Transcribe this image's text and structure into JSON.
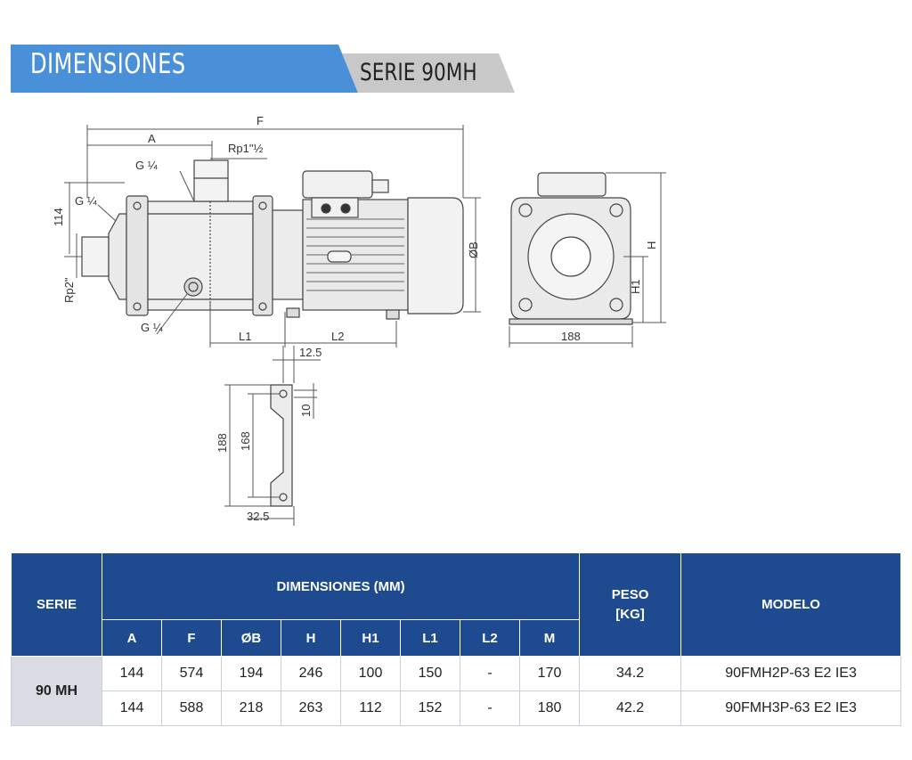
{
  "header": {
    "title": "DIMENSIONES",
    "subtitle": "SERIE 90MH",
    "colors": {
      "title_band": "#4a90d9",
      "subtitle_band": "#c8c8c8",
      "table_header": "#1e4b8f"
    }
  },
  "drawing": {
    "labels": {
      "F": "F",
      "A": "A",
      "rp_top": "Rp1\"½",
      "g_quarter": "G ¼",
      "dim_114": "114",
      "rp2": "Rp2\"",
      "ob": "ØB",
      "l1": "L1",
      "l2": "L2",
      "h": "H",
      "h1": "H1",
      "w188": "188",
      "d125": "12.5",
      "d10": "10",
      "d188": "188",
      "d168": "168",
      "d325": "32.5"
    }
  },
  "table": {
    "serie_header": "SERIE",
    "dims_header": "DIMENSIONES (MM)",
    "peso_header": "PESO\n[KG]",
    "modelo_header": "MODELO",
    "columns": [
      "A",
      "F",
      "ØB",
      "H",
      "H1",
      "L1",
      "L2",
      "M"
    ],
    "serie_name": "90 MH",
    "rows": [
      {
        "values": [
          "144",
          "574",
          "194",
          "246",
          "100",
          "150",
          "-",
          "170"
        ],
        "peso": "34.2",
        "modelo": "90FMH2P-63 E2 IE3"
      },
      {
        "values": [
          "144",
          "588",
          "218",
          "263",
          "112",
          "152",
          "-",
          "180"
        ],
        "peso": "42.2",
        "modelo": "90FMH3P-63 E2 IE3"
      }
    ]
  }
}
